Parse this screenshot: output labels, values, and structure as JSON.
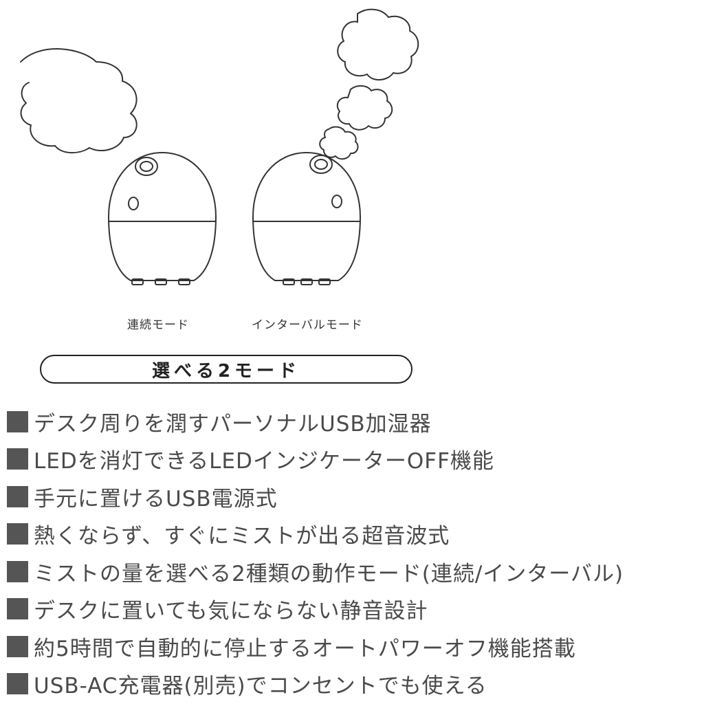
{
  "modes": {
    "continuous_label": "連続モード",
    "interval_label": "インターバルモード",
    "title": "選べる2モード"
  },
  "features": [
    "デスク周りを潤すパーソナルUSB加湿器",
    "LEDを消灯できるLEDインジケーターOFF機能",
    "手元に置けるUSB電源式",
    "熱くならず、すぐにミストが出る超音波式",
    "ミストの量を選べる2種類の動作モード(連続/インターバル)",
    "デスクに置いても気にならない静音設計",
    "約5時間で自動的に停止するオートパワーオフ機能搭載",
    "USB-AC充電器(別売)でコンセントでも使える"
  ],
  "colors": {
    "line": "#333333",
    "bullet": "#555555",
    "text": "#4a4a4a"
  }
}
